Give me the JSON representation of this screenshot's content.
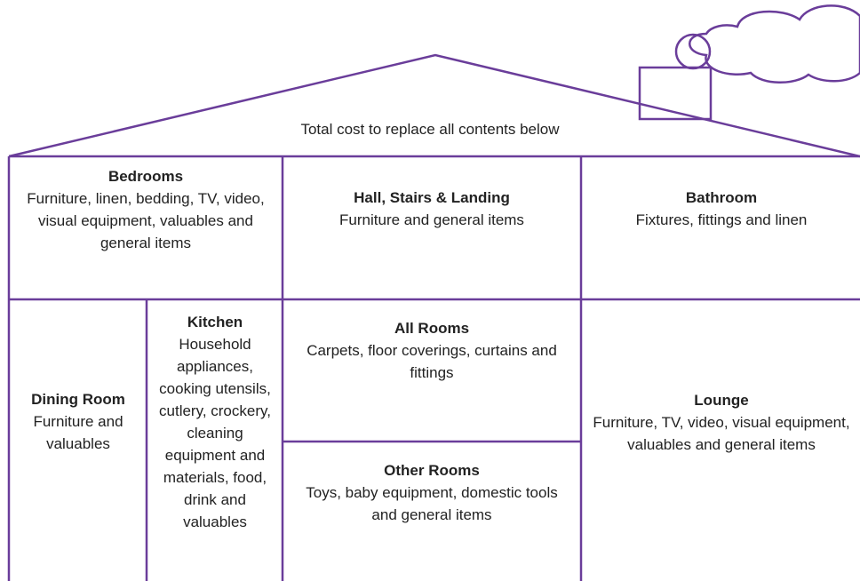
{
  "colors": {
    "stroke": "#6a3d9a",
    "text": "#222222"
  },
  "roof": {
    "label": "Total cost to replace all contents below"
  },
  "rooms": {
    "bedrooms": {
      "title": "Bedrooms",
      "description": "Furniture, linen, bedding, TV, video, visual equipment, valuables and general items"
    },
    "hall": {
      "title": "Hall, Stairs & Landing",
      "description": "Furniture and general items"
    },
    "bathroom": {
      "title": "Bathroom",
      "description": "Fixtures, fittings and linen"
    },
    "dining": {
      "title": "Dining Room",
      "description": "Furniture and valuables"
    },
    "kitchen": {
      "title": "Kitchen",
      "description": "Household appliances, cooking utensils, cutlery, crockery, cleaning equipment and materials, food, drink and valuables"
    },
    "all_rooms": {
      "title": "All Rooms",
      "description": "Carpets, floor coverings, curtains and fittings"
    },
    "other_rooms": {
      "title": "Other Rooms",
      "description": "Toys, baby equipment, domestic tools and general items"
    },
    "lounge": {
      "title": "Lounge",
      "description": "Furniture, TV, video, visual equipment, valuables and general items"
    }
  }
}
